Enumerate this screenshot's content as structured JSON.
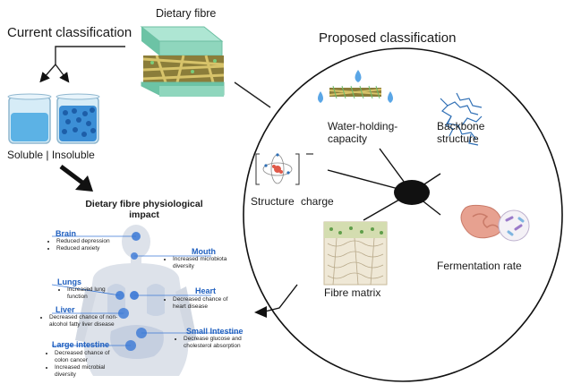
{
  "header": {
    "current": "Current classification",
    "fibre": "Dietary fibre",
    "proposed": "Proposed classification"
  },
  "current": {
    "beakers_label": "Soluble | Insoluble",
    "impact_title_1": "Dietary fibre physiological",
    "impact_title_2": "impact"
  },
  "organs": [
    {
      "name": "Brain",
      "notes": [
        "Reduced depression",
        "Reduced anxiety"
      ]
    },
    {
      "name": "Mouth",
      "notes": [
        "Increased microbiota diversity"
      ]
    },
    {
      "name": "Lungs",
      "notes": [
        "Increased lung function"
      ]
    },
    {
      "name": "Heart",
      "notes": [
        "Decreased chance of heart disease"
      ]
    },
    {
      "name": "Liver",
      "notes": [
        "Decreased chance of non-alcohol fatty liver disease"
      ]
    },
    {
      "name": "Small Intestine",
      "notes": [
        "Decrease glucose and cholesterol absorption"
      ]
    },
    {
      "name": "Large intestine",
      "notes": [
        "Decreased chance of colon cancer",
        "Increased microbial diversity"
      ]
    }
  ],
  "proposed": {
    "water": "Water-holding-\ncapacity",
    "backbone": "Backbone\nstructure",
    "structure": "Structure",
    "charge": "charge",
    "matrix": "Fibre matrix",
    "fermentation": "Fermentation rate"
  },
  "colors": {
    "brand_blue": "#1f5fbf",
    "water": "#5aa6e6",
    "fibre_green": "#7fbf8f",
    "gut_pink": "#e7a190"
  }
}
